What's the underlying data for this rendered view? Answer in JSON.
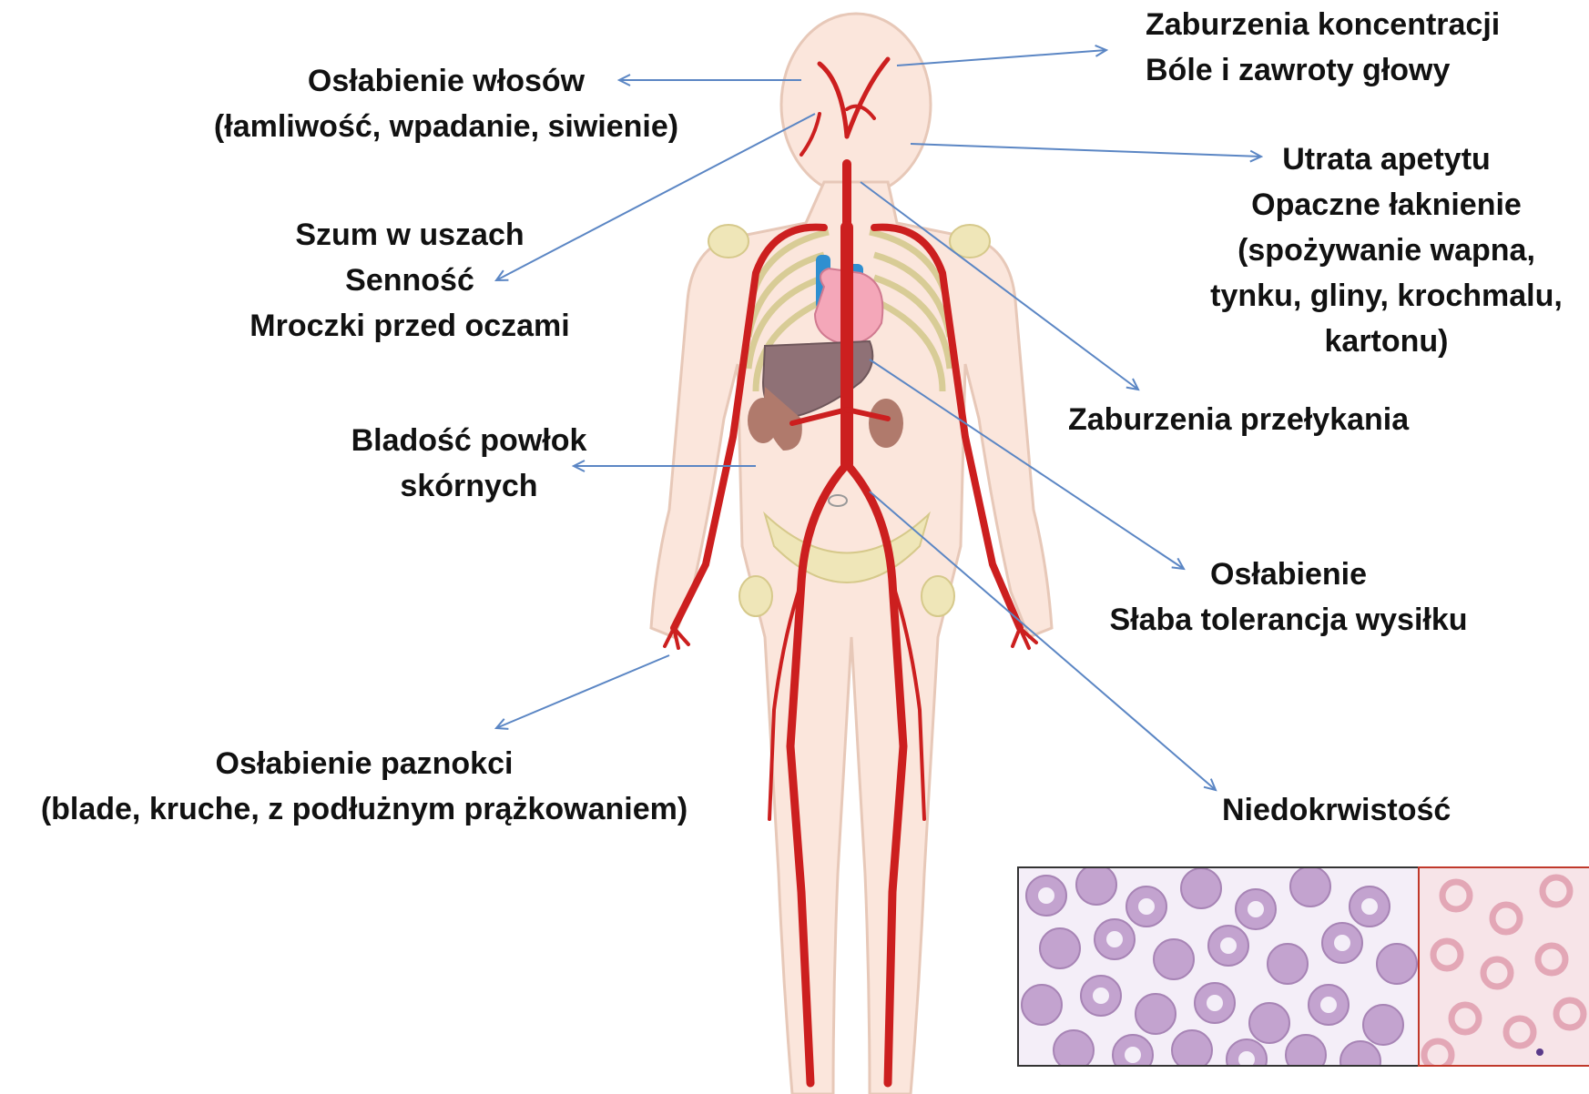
{
  "labels": {
    "hair": [
      "Osłabienie włosów",
      "(łamliwość, wpadanie, siwienie)"
    ],
    "ears": [
      "Szum w uszach",
      "Senność",
      "Mroczki przed oczami"
    ],
    "skin": [
      "Bladość powłok",
      "skórnych"
    ],
    "nails": [
      "Osłabienie paznokci",
      "(blade, kruche, z podłużnym prążkowaniem)"
    ],
    "head": [
      "Zaburzenia koncentracji",
      "Bóle i zawroty głowy"
    ],
    "appetite": [
      "Utrata apetytu",
      "Opaczne łaknienie",
      "(spożywanie wapna,",
      "tynku, gliny, krochmalu,",
      "kartonu)"
    ],
    "swallow": [
      "Zaburzenia przełykania"
    ],
    "weakness": [
      "Osłabienie",
      "Słaba tolerancja wysiłku"
    ],
    "anemia": [
      "Niedokrwistość"
    ]
  },
  "colors": {
    "arrow": "#5b86c4",
    "artery": "#cc1f1f",
    "vein": "#2f8fd0",
    "skin": "#fbe6dc",
    "bone": "#efe6b8",
    "heart": "#f4a7b9",
    "liver": "#8f7176",
    "kidney": "#b07a6c",
    "smear_bg_normal": "#f4eef8",
    "smear_cell": "#c3a3cf",
    "smear_bg_abnormal": "#f7e4e8",
    "smear_cell_abnormal": "#e3a7b6",
    "smear_border": "#333333",
    "smear_border_abnormal": "#c0392b"
  },
  "icons": [
    "human-body-circulatory-illustration",
    "arrow-icon",
    "blood-smear-image"
  ]
}
